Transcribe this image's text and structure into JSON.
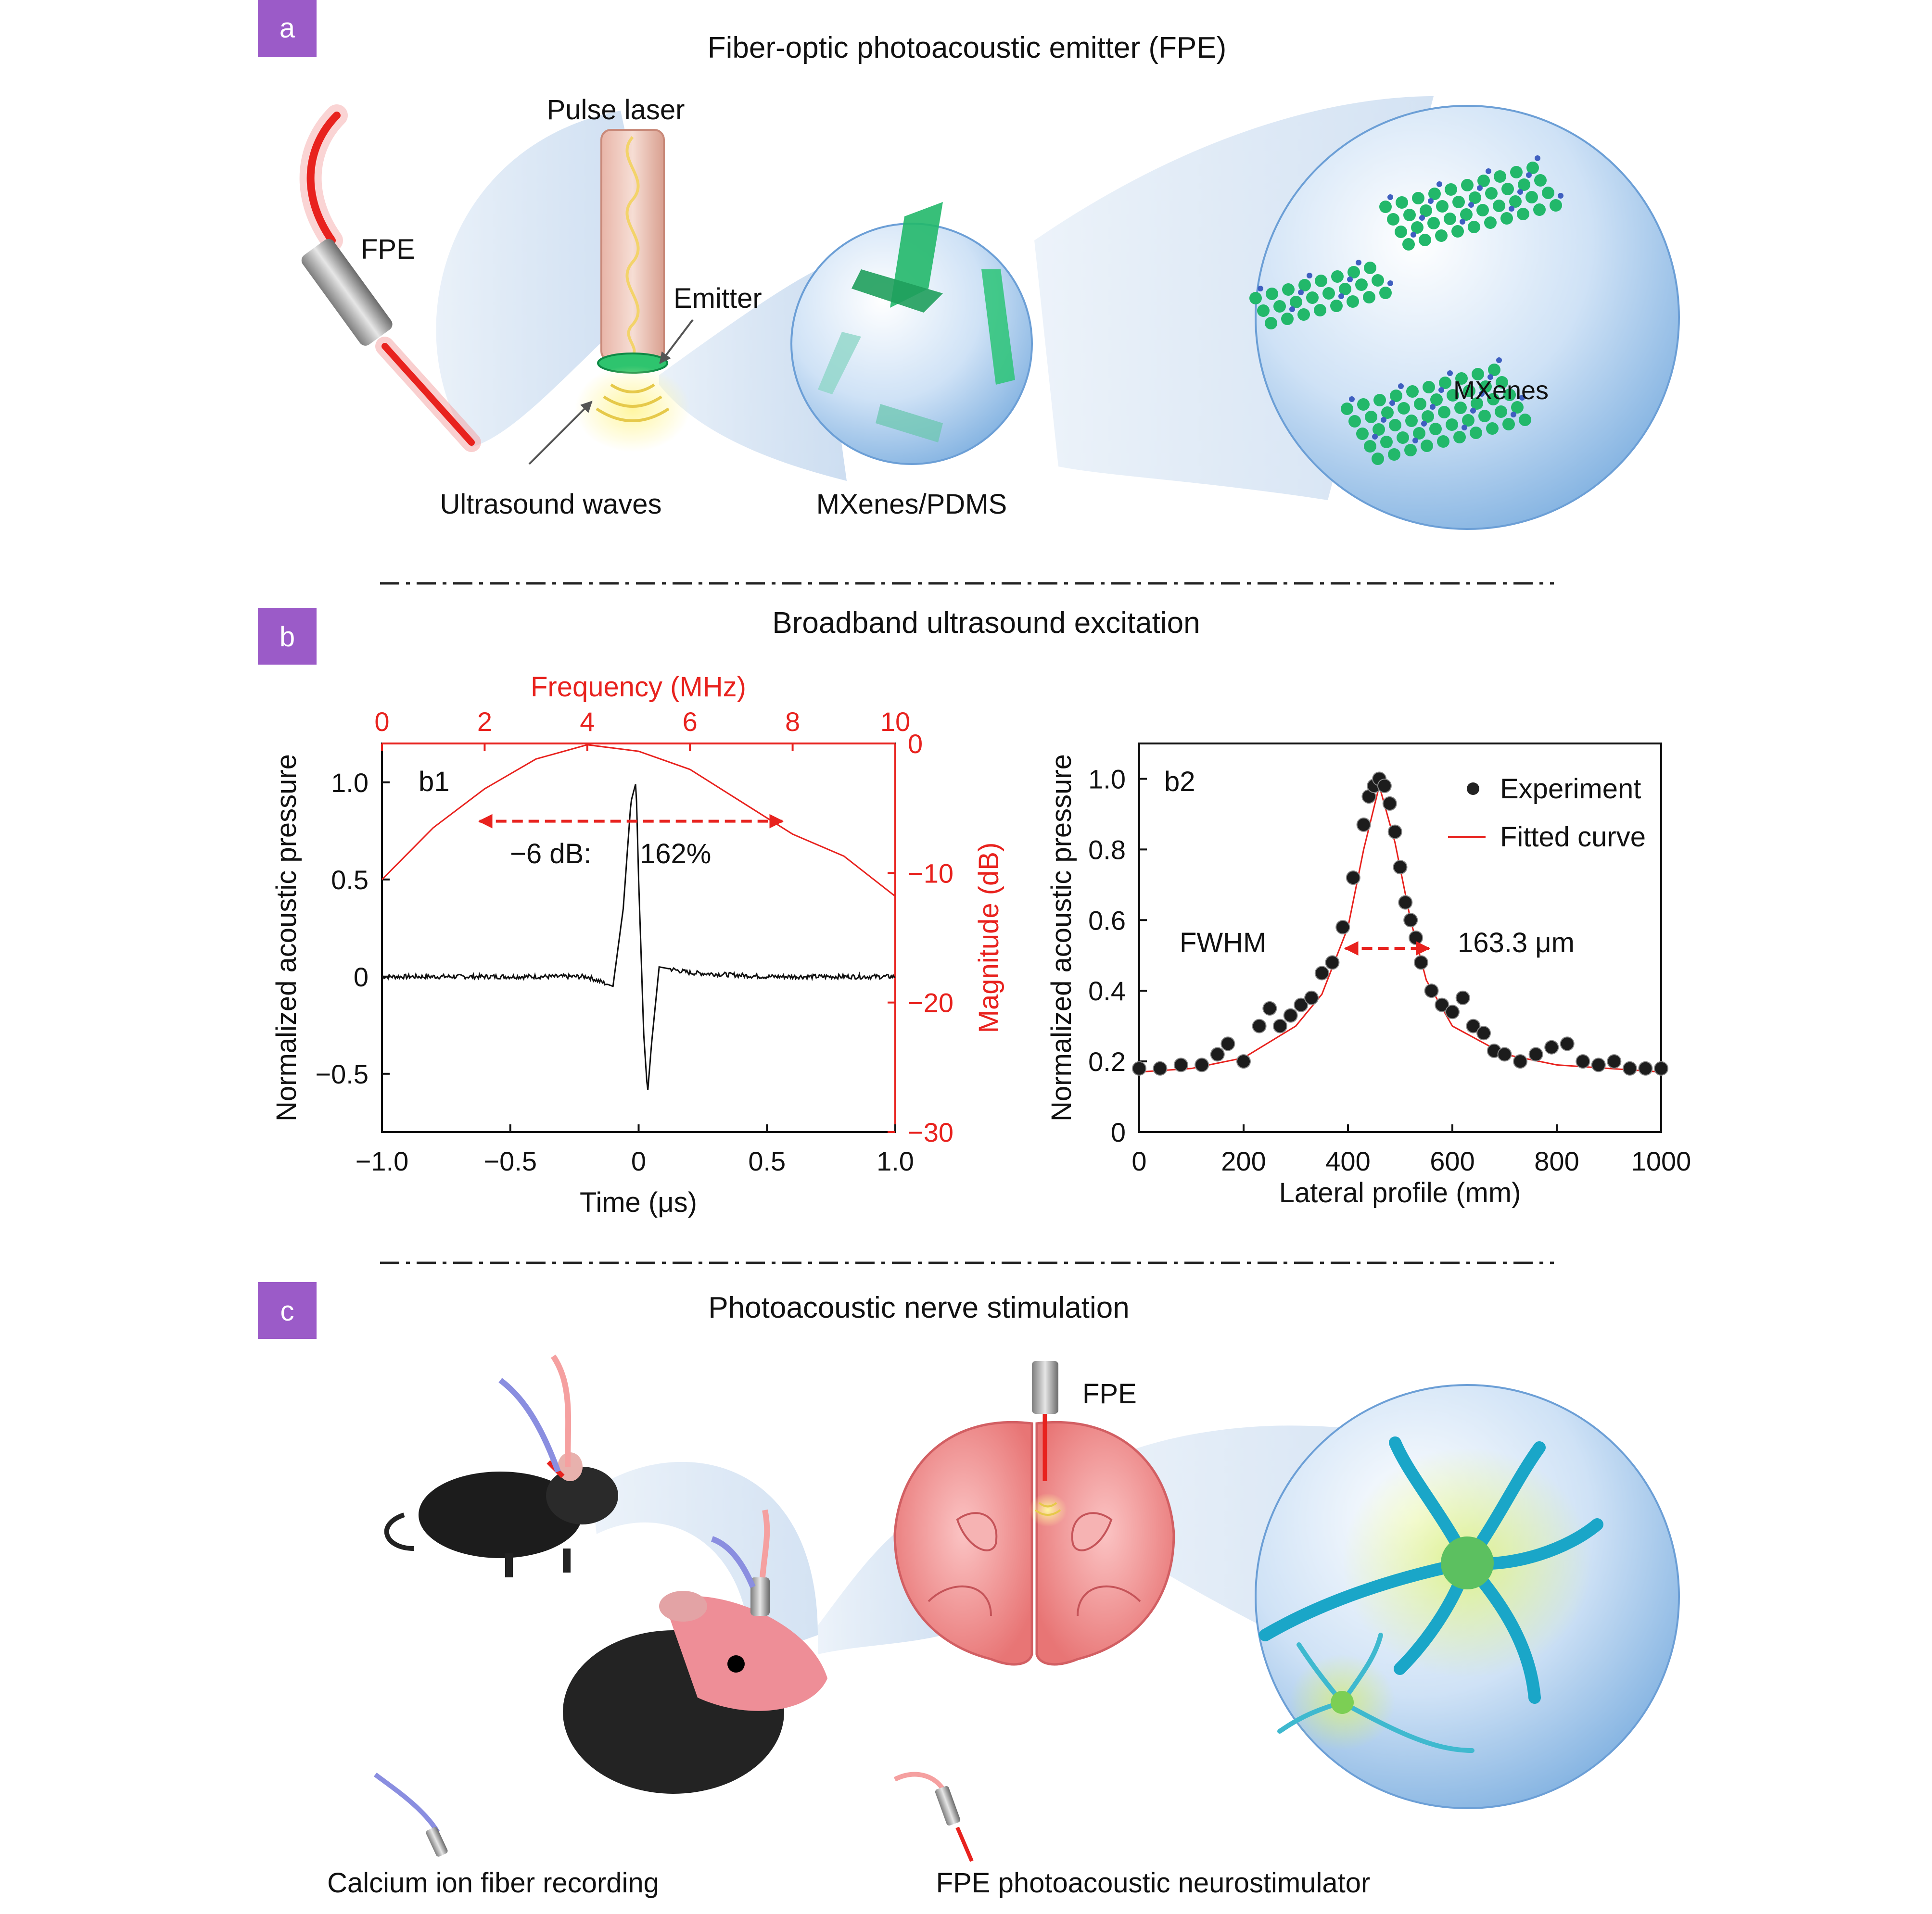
{
  "colors": {
    "badge": "#9b5bc8",
    "red_axis": "#e8221e",
    "trace": "#111111",
    "bubble_fill": "#a9c9ec",
    "mxene_green": "#22b86a",
    "mxene_blue": "#3f5fc0",
    "brain_red": "#f08b8b",
    "neuron_cyan": "#2bb6d4"
  },
  "panel_a": {
    "badge": "a",
    "title": "Fiber-optic photoacoustic emitter (FPE)",
    "labels": {
      "fpe": "FPE",
      "pulse_laser": "Pulse laser",
      "emitter": "Emitter",
      "ultrasound_waves": "Ultrasound waves",
      "composite": "MXenes/PDMS",
      "mxenes": "MXenes"
    }
  },
  "panel_b": {
    "badge": "b",
    "title": "Broadband ultrasound excitation",
    "b1": {
      "tag": "b1",
      "xlabel": "Time (μs)",
      "ylabel": "Normalized acoustic pressure",
      "top_label": "Frequency (MHz)",
      "right_label": "Magnitude (dB)",
      "x_ticks": [
        "−1.0",
        "−0.5",
        "0",
        "0.5",
        "1.0"
      ],
      "y_ticks": [
        "1.0",
        "0.5",
        "0",
        "−0.5"
      ],
      "top_ticks": [
        "0",
        "2",
        "4",
        "6",
        "8",
        "10"
      ],
      "right_ticks": [
        "0",
        "−10",
        "−20",
        "−30"
      ],
      "annot_db": "−6 dB:",
      "annot_pct": "162%"
    },
    "b2": {
      "tag": "b2",
      "xlabel": "Lateral profile (mm)",
      "ylabel": "Normalized acoustic pressure",
      "x_ticks": [
        "0",
        "200",
        "400",
        "600",
        "800",
        "1000"
      ],
      "y_ticks": [
        "1.0",
        "0.8",
        "0.6",
        "0.4",
        "0.2",
        "0"
      ],
      "legend_exp": "Experiment",
      "legend_fit": "Fitted curve",
      "fwhm": "FWHM",
      "fwhm_value": "163.3 μm"
    }
  },
  "panel_c": {
    "badge": "c",
    "title": "Photoacoustic nerve stimulation",
    "labels": {
      "fpe": "FPE",
      "recording": "Calcium ion fiber recording",
      "neurostimulator": "FPE photoacoustic neurostimulator"
    }
  },
  "chart_data": [
    {
      "type": "line",
      "title": "b1",
      "xlabel": "Time (μs)",
      "ylabel": "Normalized acoustic pressure",
      "xlim": [
        -1.0,
        1.0
      ],
      "ylim": [
        -0.8,
        1.2
      ],
      "series": [
        {
          "x": [
            -1.0,
            -0.5,
            -0.2,
            -0.1,
            -0.06,
            -0.03,
            -0.01,
            0.0,
            0.02,
            0.035,
            0.05,
            0.08,
            0.12,
            0.2,
            0.5,
            1.0
          ],
          "values": [
            0.0,
            0.0,
            0.0,
            -0.05,
            0.35,
            0.9,
            1.0,
            0.5,
            -0.3,
            -0.6,
            -0.35,
            0.05,
            0.04,
            0.02,
            0.0,
            0.0
          ]
        }
      ],
      "secondary_axes": {
        "top": {
          "label": "Frequency (MHz)",
          "lim": [
            0,
            10
          ]
        },
        "right": {
          "label": "Magnitude (dB)",
          "lim": [
            -30,
            0
          ]
        }
      },
      "spectrum": {
        "x": [
          0,
          1,
          2,
          3,
          4,
          5,
          6,
          7,
          8,
          9,
          10
        ],
        "values": [
          -10.5,
          -6.5,
          -3.5,
          -1.2,
          -0.1,
          -0.6,
          -2.0,
          -4.5,
          -7.0,
          -8.7,
          -11.8
        ]
      },
      "annotation": {
        "text": "−6 dB: 162%",
        "from": 1.9,
        "to": 7.8
      }
    },
    {
      "type": "scatter",
      "title": "b2",
      "xlabel": "Lateral profile (mm)",
      "ylabel": "Normalized acoustic pressure",
      "xlim": [
        0,
        1000
      ],
      "ylim": [
        0,
        1.1
      ],
      "series": [
        {
          "name": "Experiment",
          "x": [
            0,
            40,
            80,
            120,
            150,
            170,
            200,
            230,
            250,
            270,
            290,
            310,
            330,
            350,
            370,
            390,
            410,
            430,
            440,
            450,
            460,
            470,
            480,
            490,
            500,
            510,
            520,
            530,
            540,
            560,
            580,
            600,
            620,
            640,
            660,
            680,
            700,
            730,
            760,
            790,
            820,
            850,
            880,
            910,
            940,
            970,
            1000
          ],
          "values": [
            0.18,
            0.18,
            0.19,
            0.19,
            0.22,
            0.25,
            0.2,
            0.3,
            0.35,
            0.3,
            0.33,
            0.36,
            0.38,
            0.45,
            0.48,
            0.58,
            0.72,
            0.87,
            0.95,
            0.98,
            1.0,
            0.98,
            0.93,
            0.85,
            0.75,
            0.65,
            0.6,
            0.55,
            0.48,
            0.4,
            0.36,
            0.34,
            0.38,
            0.3,
            0.28,
            0.23,
            0.22,
            0.2,
            0.22,
            0.24,
            0.25,
            0.2,
            0.19,
            0.2,
            0.18,
            0.18,
            0.18
          ]
        },
        {
          "name": "Fitted curve",
          "type": "line",
          "x": [
            0,
            100,
            200,
            300,
            350,
            400,
            430,
            460,
            490,
            520,
            550,
            600,
            700,
            800,
            900,
            1000
          ],
          "values": [
            0.17,
            0.18,
            0.21,
            0.3,
            0.39,
            0.58,
            0.8,
            0.98,
            0.82,
            0.6,
            0.43,
            0.3,
            0.22,
            0.19,
            0.18,
            0.17
          ]
        }
      ],
      "annotation": {
        "text": "FWHM 163.3 μm",
        "from": 395,
        "to": 555,
        "y": 0.52
      }
    }
  ]
}
